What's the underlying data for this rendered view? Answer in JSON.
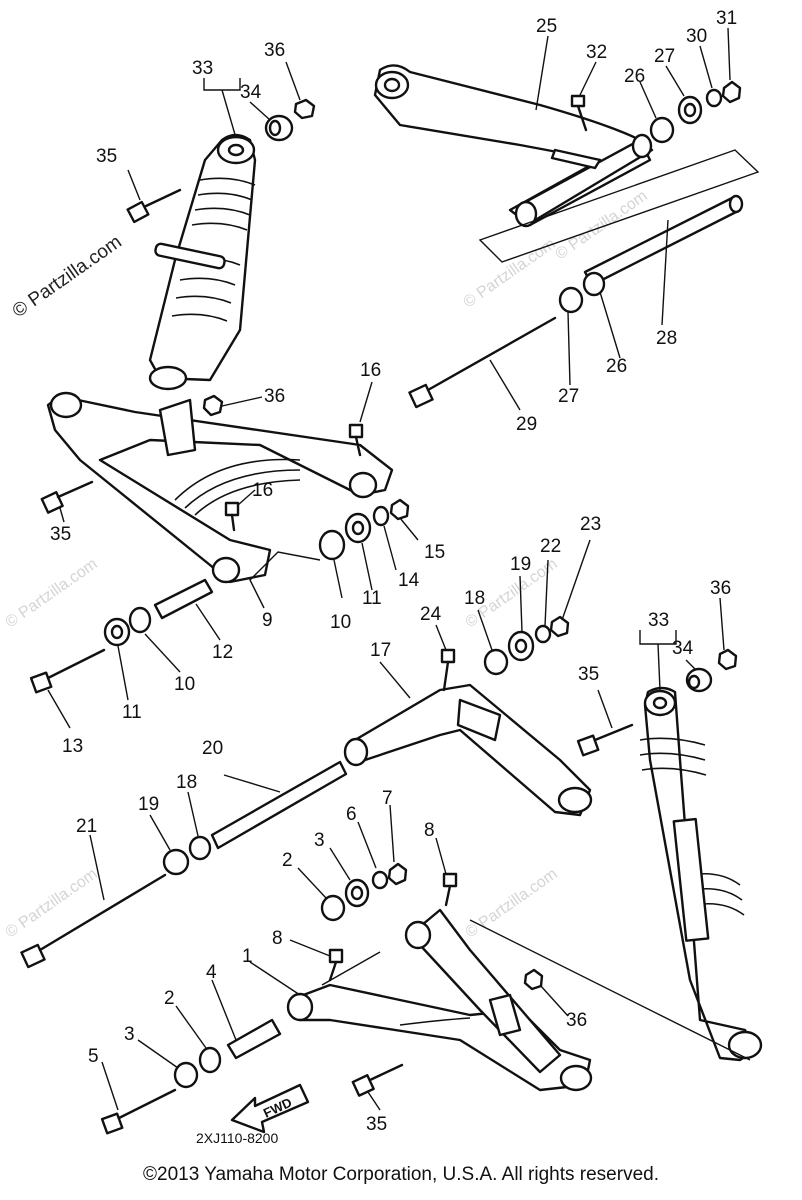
{
  "diagram": {
    "watermark": "© Partzilla.com",
    "part_code": "2XJ110-8200",
    "forward_label": "FWD",
    "copyright": "©2013 Yamaha Motor Corporation, U.S.A. All rights reserved.",
    "callouts": [
      {
        "id": "c1",
        "text": "1"
      },
      {
        "id": "c2a",
        "text": "2"
      },
      {
        "id": "c2b",
        "text": "2"
      },
      {
        "id": "c3a",
        "text": "3"
      },
      {
        "id": "c3b",
        "text": "3"
      },
      {
        "id": "c4",
        "text": "4"
      },
      {
        "id": "c5",
        "text": "5"
      },
      {
        "id": "c6",
        "text": "6"
      },
      {
        "id": "c7",
        "text": "7"
      },
      {
        "id": "c8a",
        "text": "8"
      },
      {
        "id": "c8b",
        "text": "8"
      },
      {
        "id": "c9",
        "text": "9"
      },
      {
        "id": "c10a",
        "text": "10"
      },
      {
        "id": "c10b",
        "text": "10"
      },
      {
        "id": "c11a",
        "text": "11"
      },
      {
        "id": "c11b",
        "text": "11"
      },
      {
        "id": "c12",
        "text": "12"
      },
      {
        "id": "c13",
        "text": "13"
      },
      {
        "id": "c14",
        "text": "14"
      },
      {
        "id": "c15",
        "text": "15"
      },
      {
        "id": "c16a",
        "text": "16"
      },
      {
        "id": "c16b",
        "text": "16"
      },
      {
        "id": "c17",
        "text": "17"
      },
      {
        "id": "c18a",
        "text": "18"
      },
      {
        "id": "c18b",
        "text": "18"
      },
      {
        "id": "c19a",
        "text": "19"
      },
      {
        "id": "c19b",
        "text": "19"
      },
      {
        "id": "c20",
        "text": "20"
      },
      {
        "id": "c21",
        "text": "21"
      },
      {
        "id": "c22",
        "text": "22"
      },
      {
        "id": "c23",
        "text": "23"
      },
      {
        "id": "c24",
        "text": "24"
      },
      {
        "id": "c25",
        "text": "25"
      },
      {
        "id": "c26a",
        "text": "26"
      },
      {
        "id": "c26b",
        "text": "26"
      },
      {
        "id": "c27a",
        "text": "27"
      },
      {
        "id": "c27b",
        "text": "27"
      },
      {
        "id": "c28",
        "text": "28"
      },
      {
        "id": "c29",
        "text": "29"
      },
      {
        "id": "c30",
        "text": "30"
      },
      {
        "id": "c31",
        "text": "31"
      },
      {
        "id": "c32",
        "text": "32"
      },
      {
        "id": "c33a",
        "text": "33"
      },
      {
        "id": "c33b",
        "text": "33"
      },
      {
        "id": "c34a",
        "text": "34"
      },
      {
        "id": "c34b",
        "text": "34"
      },
      {
        "id": "c35a",
        "text": "35"
      },
      {
        "id": "c35b",
        "text": "35"
      },
      {
        "id": "c35c",
        "text": "35"
      },
      {
        "id": "c35d",
        "text": "35"
      },
      {
        "id": "c36a",
        "text": "36"
      },
      {
        "id": "c36b",
        "text": "36"
      },
      {
        "id": "c36c",
        "text": "36"
      },
      {
        "id": "c36d",
        "text": "36"
      }
    ]
  }
}
